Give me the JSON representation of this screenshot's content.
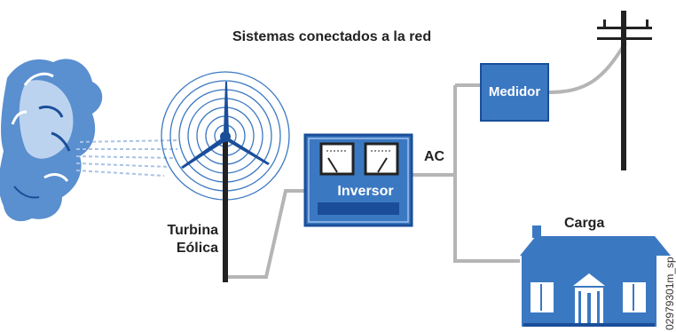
{
  "title": "Sistemas conectados a la red",
  "labels": {
    "turbine_line1": "Turbina",
    "turbine_line2": "Eólica",
    "ac": "AC",
    "inverter": "Inversor",
    "meter": "Medidor",
    "load": "Carga",
    "figure_code": "02979301m_sp"
  },
  "colors": {
    "blue": "#3b78c2",
    "wind_face": "#5a8fd0",
    "wire": "#b5b5b5",
    "pole": "#222222",
    "dark_blue": "#1a4e9a"
  },
  "icons": [
    "wind-face-icon",
    "wind-turbine-icon",
    "inverter-icon",
    "meter-icon",
    "utility-pole-icon",
    "house-icon"
  ]
}
